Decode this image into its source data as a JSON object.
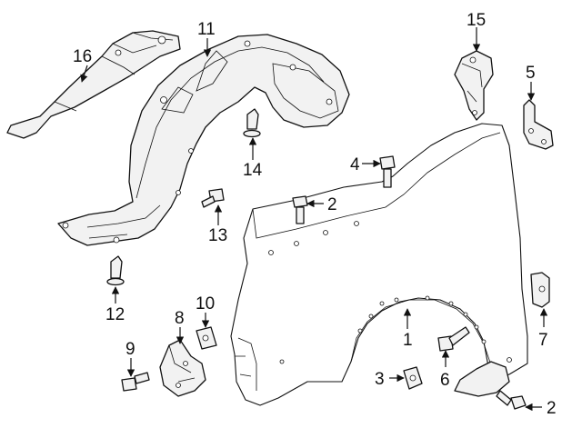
{
  "callouts": [
    {
      "id": "1",
      "label": "1"
    },
    {
      "id": "2a",
      "label": "2"
    },
    {
      "id": "2b",
      "label": "2"
    },
    {
      "id": "3",
      "label": "3"
    },
    {
      "id": "4",
      "label": "4"
    },
    {
      "id": "5",
      "label": "5"
    },
    {
      "id": "6",
      "label": "6"
    },
    {
      "id": "7",
      "label": "7"
    },
    {
      "id": "8",
      "label": "8"
    },
    {
      "id": "9",
      "label": "9"
    },
    {
      "id": "10",
      "label": "10"
    },
    {
      "id": "11",
      "label": "11"
    },
    {
      "id": "12",
      "label": "12"
    },
    {
      "id": "13",
      "label": "13"
    },
    {
      "id": "14",
      "label": "14"
    },
    {
      "id": "15",
      "label": "15"
    },
    {
      "id": "16",
      "label": "16"
    }
  ],
  "colors": {
    "line": "#111111",
    "fill": "#f2f2f2",
    "background": "#ffffff"
  }
}
